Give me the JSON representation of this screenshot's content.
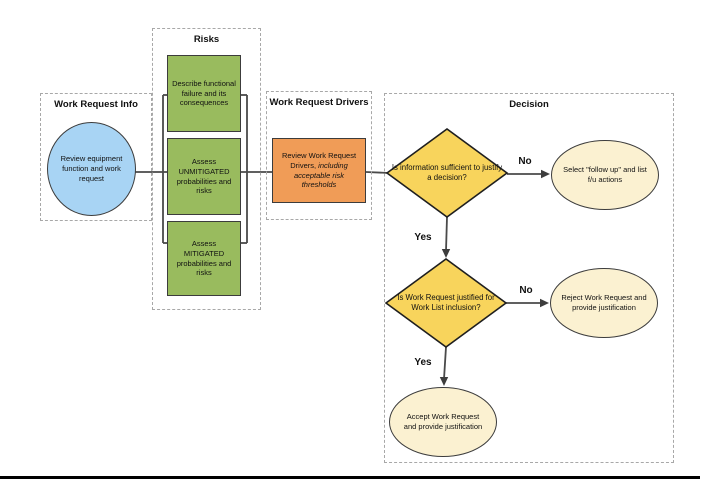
{
  "groups": {
    "work_request_info": {
      "title": "Work Request Info"
    },
    "risks": {
      "title": "Risks"
    },
    "work_request_drivers": {
      "title": "Work Request Drivers"
    },
    "decision": {
      "title": "Decision"
    }
  },
  "nodes": {
    "review_equipment": {
      "shape": "ellipse",
      "text": "Review equipment function and work request"
    },
    "describe_failure": {
      "shape": "rect",
      "text": "Describe functional failure and its consequences"
    },
    "assess_unmitigated": {
      "shape": "rect",
      "text": "Assess UNMITIGATED probabilities and risks"
    },
    "assess_mitigated": {
      "shape": "rect",
      "text": "Assess MITIGATED probabilities and risks"
    },
    "review_drivers": {
      "shape": "rect",
      "text_normal": "Review Work Request Drivers, ",
      "text_italic": "including acceptable risk thresholds"
    },
    "info_sufficient": {
      "shape": "diamond",
      "text": "Is information sufficient to justify a decision?"
    },
    "work_justified": {
      "shape": "diamond",
      "text": "Is Work Request justified for Work List inclusion?"
    },
    "select_follow_up": {
      "shape": "ellipse",
      "text": "Select \"follow up\" and list f/u actions"
    },
    "reject_request": {
      "shape": "ellipse",
      "text": "Reject Work Request and provide justification"
    },
    "accept_request": {
      "shape": "ellipse",
      "text": "Accept Work Request and provide justification"
    }
  },
  "edge_labels": {
    "info_no": "No",
    "info_yes": "Yes",
    "justified_no": "No",
    "justified_yes": "Yes"
  },
  "colors": {
    "node_blue": "#A8D4F4",
    "node_green": "#99BB5E",
    "node_orange": "#F09C57",
    "node_yellow": "#F8D45C",
    "node_cream": "#FBF1D1",
    "connector": "#4a4a4a",
    "group_border": "#a8a8a8",
    "bottom_rule": "#000000"
  }
}
